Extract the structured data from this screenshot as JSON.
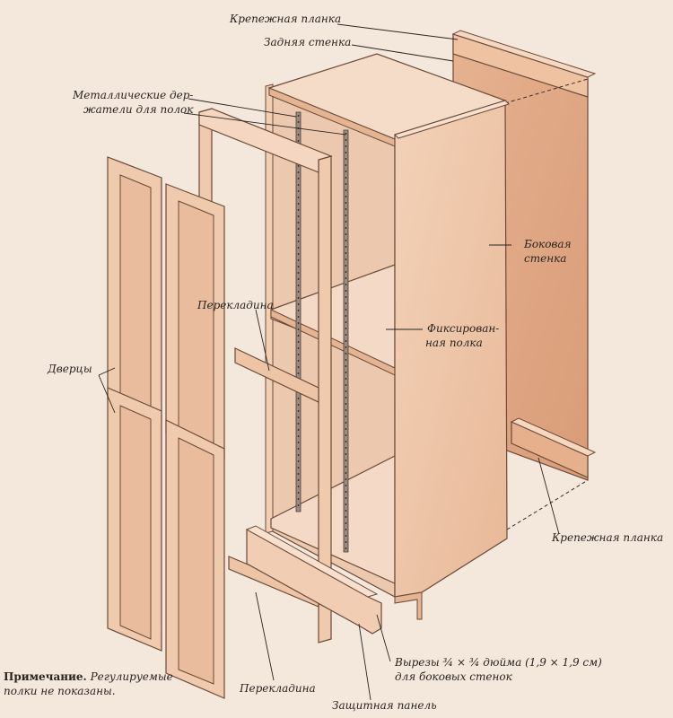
{
  "labels": {
    "top_rail": "Крепежная планка",
    "back_panel": "Задняя стенка",
    "shelf_supports_1": "Металлические дер-",
    "shelf_supports_2": "жатели для полок",
    "crossbar_upper": "Перекладина",
    "doors": "Дверцы",
    "side_panel_1": "Боковая",
    "side_panel_2": "стенка",
    "fixed_shelf_1": "Фиксирован-",
    "fixed_shelf_2": "ная полка",
    "bottom_rail": "Крепежная планка",
    "notches_1": "Вырезы ¾ × ¾ дюйма (1,9 × 1,9 см)",
    "notches_2": "для боковых стенок",
    "crossbar_lower": "Перекладина",
    "kick_panel": "Защитная панель"
  },
  "note": {
    "title": "Примечание.",
    "text_1": "Регулируемые",
    "text_2": "полки не показаны."
  }
}
